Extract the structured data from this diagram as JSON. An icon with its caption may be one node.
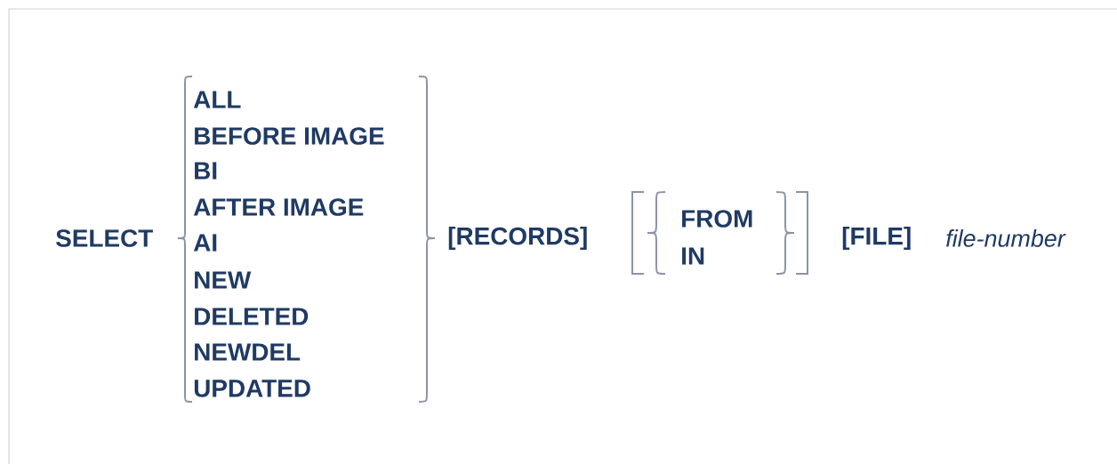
{
  "diagram": {
    "labels": [
      "SELECT",
      "ALL",
      "BEFORE IMAGE",
      "BI",
      "AFTER IMAGE",
      "AI",
      "NEW",
      "DELETED",
      "NEWDEL",
      "UPDATED",
      "[RECORDS]",
      "FROM",
      "IN",
      "[FILE]",
      "file-number"
    ]
  }
}
